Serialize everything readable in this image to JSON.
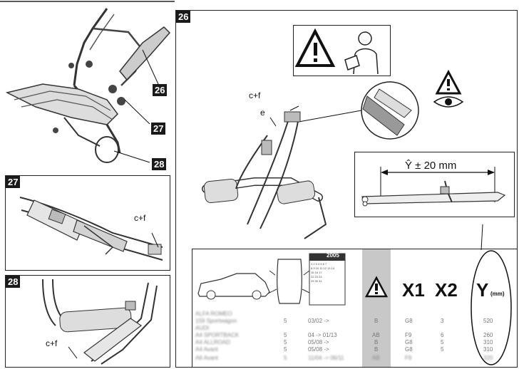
{
  "figure_numbers": {
    "main": "26",
    "overview_26": "26",
    "overview_27": "27",
    "overview_28": "28",
    "detail_27": "27",
    "detail_28": "28"
  },
  "labels": {
    "main_cf": "c+f",
    "main_e": "e",
    "detail27_cf": "c+f",
    "detail28_cf": "c+f",
    "y_measure": "Ŷ ± 20 mm"
  },
  "table": {
    "year": "2005",
    "calendar_days": [
      "1 2 3 4 5 6 7",
      "8 9 10 11 12 13 14",
      "15 16 17",
      "22 23 24",
      "29 30 31"
    ],
    "headers": {
      "x1": "X1",
      "x2": "X2",
      "y": "Y",
      "y_unit": "(mm)"
    },
    "rows": [
      {
        "brand": "ALFA ROMEO",
        "model": "159 Sportwagon",
        "doors": "5",
        "years": "03/02 ->",
        "warn": "B",
        "x1": "G8",
        "x2": "3",
        "y": "520"
      },
      {
        "brand": "AUDI",
        "model": "",
        "doors": "",
        "years": "",
        "warn": "",
        "x1": "",
        "x2": "",
        "y": ""
      },
      {
        "brand": "",
        "model": "A4 SPORTBACK",
        "doors": "5",
        "years": "04 -> 01/13",
        "warn": "AB",
        "x1": "F9",
        "x2": "6",
        "y": "260"
      },
      {
        "brand": "",
        "model": "A4 ALLROAD",
        "doors": "5",
        "years": "05/08 ->",
        "warn": "B",
        "x1": "G8",
        "x2": "5",
        "y": "310"
      },
      {
        "brand": "",
        "model": "A4 Avant",
        "doors": "5",
        "years": "05/08 ->",
        "warn": "B",
        "x1": "G8",
        "x2": "5",
        "y": "310"
      },
      {
        "brand": "",
        "model": "A6 Avant",
        "doors": "5",
        "years": "11/04 -> 06/11",
        "warn": "AB",
        "x1": "F9",
        "x2": "",
        "y": "320"
      }
    ]
  },
  "colors": {
    "ink": "#111111",
    "shade": "#c8c8c8",
    "badge_bg": "#1a1a1a",
    "badge_text": "#ffffff"
  },
  "icons": [
    "warning-triangle-icon",
    "reading-manual-icon",
    "eye-icon",
    "car-side-icon",
    "car-top-icon",
    "calendar-icon"
  ]
}
